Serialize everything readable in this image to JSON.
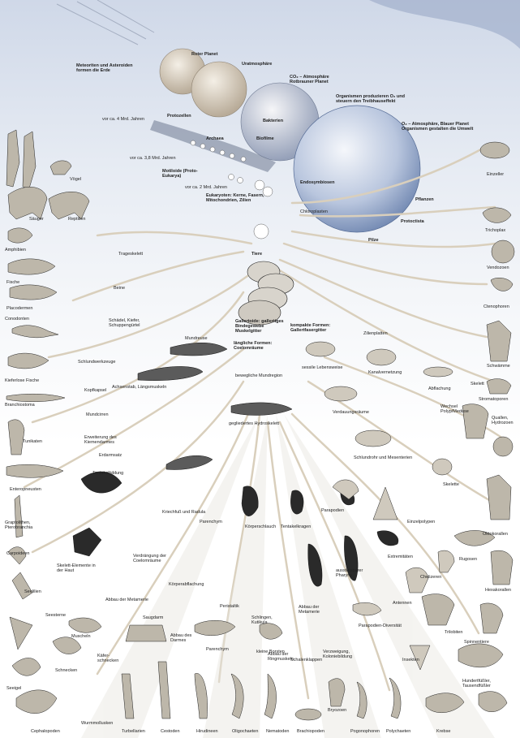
{
  "labels": {
    "roter_planet": "Roter Planet",
    "meteoriten": "Meteoriten und Asteroiden formen die Erde",
    "uratmosphaere": "Uratmosphäre",
    "co2": "CO₂ – Atmosphäre Rotbrauner Planet",
    "organismen_o2": "Organismen produzieren O₂ und steuern den Treibhauseffekt",
    "o2_atmosphaere": "O₂ – Atmosphäre, Blauer Planet Organismen gestalten die Umwelt",
    "vor4": "vor ca. 4 Mrd. Jahren",
    "protozellen": "Protozellen",
    "bakterien": "Bakterien",
    "archaea": "Archaea",
    "biofilme": "Biofilme",
    "vor38": "vor ca. 3,8 Mrd. Jahren",
    "motiloide": "Motiloide (Proto-Eukarya)",
    "endosymbiosen": "Endosymbiosen",
    "vor2": "vor ca. 2 Mrd. Jahren",
    "eukaryoten": "Eukaryoten: Kerne, Fasern, Mitochondrien, Zilien",
    "chloroplasten": "Chloroplasten",
    "pflanzen": "Pflanzen",
    "protoctista": "Protoctista",
    "pilze": "Pilze",
    "einzeller": "Einzeller",
    "trichoplax": "Trichoplax",
    "vendozoen": "Vendozoen",
    "ctenophoren": "Ctenophoren",
    "schwaemme": "Schwämme",
    "stromatoporen": "Stromatoporen",
    "quallen": "Quallen, Hydrozoen",
    "oktokorallen": "Oktokorallen",
    "rugosen": "Rugosen",
    "hexakorallen": "Hexakorallen",
    "voegel": "Vögel",
    "saeuger": "Säuger",
    "reptilien": "Reptilien",
    "amphibien": "Amphibien",
    "fische": "Fische",
    "placodermen": "Placodermen",
    "conodonten": "Conodonten",
    "kieferlose": "Kieferlose Fische",
    "branchiostoma": "Branchiostoma",
    "tunikaten": "Tunikaten",
    "enteropneusten": "Enteropneusten",
    "graptolithen": "Graptolithen, Pterobranchia",
    "carpoideen": "Carpoideen",
    "seelilien": "Seelilien",
    "seesterne": "Seesterne",
    "seeigel": "Seeigel",
    "cephalopoden": "Cephalopoden",
    "schnecken": "Schnecken",
    "muscheln": "Muscheln",
    "kaeferschnecken": "Käfer- schnecken",
    "wurmmollusken": "Wurmmollusken",
    "turbellarien": "Turbellarien",
    "cestoden": "Cestoden",
    "hirudineen": "Hirudineen",
    "oligochaeten": "Oligochaeten",
    "nematoden": "Nematoden",
    "brachiopoden": "Brachiopoden",
    "bryozoen": "Bryozoen",
    "pogonophoren": "Pogonophoren",
    "polychaeten": "Polychaeten",
    "krebse": "Krebse",
    "hundertfuessler": "Hundertfüßler, Tausendfüßler",
    "spinnentiere": "Spinnentiere",
    "insekten": "Insekten",
    "trilobiten": "Trilobiten",
    "tiere": "Tiere",
    "gallertoide": "Gallertoide: gallertiges Bindegewebe Muskelgitter",
    "laengliche": "längliche Formen: Coelomräume",
    "kompakte": "kompakte Formen: Gallertfasergitter",
    "mundreuse": "Mundreuse",
    "trageskelett": "Trageskelett",
    "beine": "Beine",
    "schaedel": "Schädel, Kiefer, Schuppengürtel",
    "schlundwerkzeuge": "Schlundwerkzeuge",
    "kopfkapsel": "Kopfkapsel",
    "achsenstab": "Achsenstab, Längsmuskeln",
    "mundcirren": "Mundcirren",
    "erweiterung": "Erweiterung des Kiemendarmes",
    "ersatzdarm": "Erdarmsatz",
    "tentakelbildung": "Tentakelbildung",
    "skelett_haut": "Skelett-Elemente in der Haut",
    "verdraengung": "Verdrängung der Coelomräume",
    "abbau_metamerie": "Abbau der Metamerie",
    "saugdarm": "Saugdarm",
    "koerperabflachung": "Körperabflachung",
    "kriechfuss": "Kriechfuß und Radula",
    "parenchym": "Parenchym",
    "koerperschlauch": "Körperschlauch",
    "tentakelkragen": "Tentakelkragen",
    "parapodien": "Parapodien",
    "peristaltik": "Peristaltik",
    "schlingen": "Schlingen, Kutikula",
    "abbau_metamerie2": "Abbau der Metamerie",
    "ausstuelpbarer": "ausstülpbarer Pharynx",
    "parapodien_divers": "Parapodien-Diversität",
    "verzweigung": "Verzweigung, Koloniebildung",
    "schalenklappen": "Schalenklappen",
    "abbau_darmes": "Abbau des Darmes",
    "parenchym2": "Parenchym",
    "kleine_borsten": "kleine Borsten",
    "abbau_ringmuskeln": "Abbau der Ringmuskeln",
    "antennen": "Antennen",
    "extremitaeten": "Extremitäten",
    "chelizeren": "Chelizeren",
    "einzelpolypen": "Einzelpolypen",
    "skelette": "Skelette",
    "wechsel": "Wechsel Polyp/Meduse",
    "schlundrohr": "Schlundrohr und Mesenterien",
    "verdauungsraeume": "Verdauungsräume",
    "kanalvernetzung": "Kanalvernetzung",
    "abflachung": "Abflachung",
    "zilienplatten": "Zilienplatten",
    "sessile": "sessile Lebensweise",
    "bewegliche": "bewegliche Mundregion",
    "gegliedertes": "gegliedertes Hydroskelett",
    "skelett": "Skelett"
  },
  "colors": {
    "sky_top": "#cfd8e8",
    "planet_red": "#e3d8c8",
    "planet_blue": "#9fb4d6",
    "branch": "#d7cdb8",
    "animal_fill": "#b9b3a7",
    "animal_dark": "#2a2a2a",
    "text": "#222222"
  }
}
